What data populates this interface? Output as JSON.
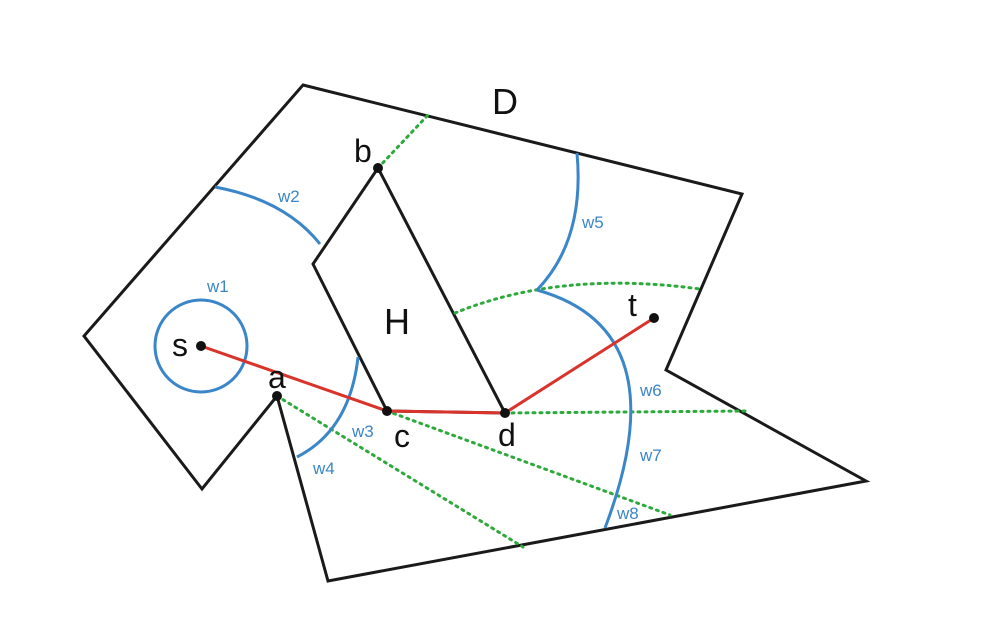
{
  "labels": {
    "domain": "D",
    "hole": "H",
    "s": "s",
    "a": "a",
    "b": "b",
    "c": "c",
    "d": "d",
    "t": "t",
    "w1": "w1",
    "w2": "w2",
    "w3": "w3",
    "w4": "w4",
    "w5": "w5",
    "w6": "w6",
    "w7": "w7",
    "w8": "w8"
  },
  "colors": {
    "outline": "#1a1a1a",
    "wavefront": "#3a86c8",
    "path": "#d9342b",
    "boundary_ray": "#2eaa3c",
    "vertex": "#111111"
  }
}
